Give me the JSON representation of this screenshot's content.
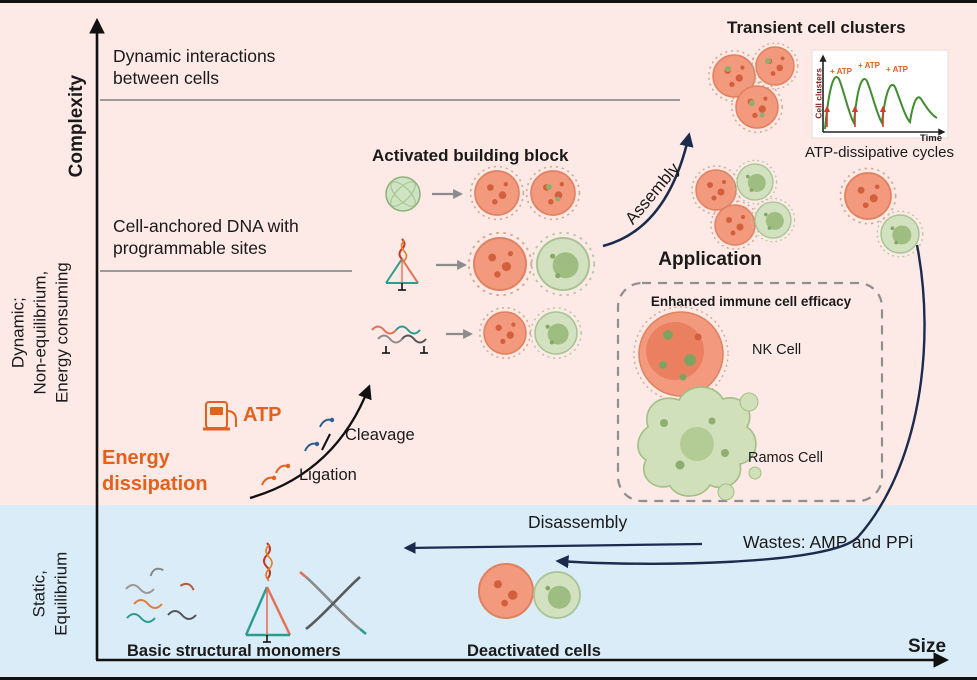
{
  "axis": {
    "y_label": "Complexity",
    "x_label": "Size",
    "upper_region": "Dynamic;\nNon-equilibrium,\nEnergy consuming",
    "lower_region": "Static,\nEquilibrium"
  },
  "labels": {
    "dynamic_interactions": "Dynamic interactions\nbetween cells",
    "cell_anchored_dna": "Cell-anchored DNA with\nprogrammable sites",
    "activated_building_block": "Activated building block",
    "assembly": "Assembly",
    "transient_cell_clusters": "Transient cell clusters",
    "application": "Application",
    "enhanced_immune": "Enhanced immune cell efficacy",
    "nk_cell": "NK Cell",
    "ramos_cell": "Ramos Cell",
    "atp": "ATP",
    "energy_dissipation": "Energy\ndissipation",
    "cleavage": "Cleavage",
    "ligation": "Ligation",
    "disassembly": "Disassembly",
    "wastes": "Wastes: AMP and PPi",
    "deactivated_cells": "Deactivated cells",
    "basic_structural_monomers": "Basic structural monomers"
  },
  "inset_chart": {
    "type": "line",
    "title": "ATP-dissipative cycles",
    "xlabel": "Time",
    "ylabel": "Cell clusters",
    "annotations": [
      "+ ATP",
      "+ ATP",
      "+ ATP"
    ]
  },
  "colors": {
    "upper_bg": "#fdeae6",
    "lower_bg": "#d9ecf8",
    "accent_orange": "#e2611c",
    "arrow_navy": "#1c2b4d",
    "cell_orange": "#f2997e",
    "cell_green": "#d2e2c0",
    "inset_line_green": "#3e8e2d",
    "inset_arrow_red": "#d63a2a"
  }
}
